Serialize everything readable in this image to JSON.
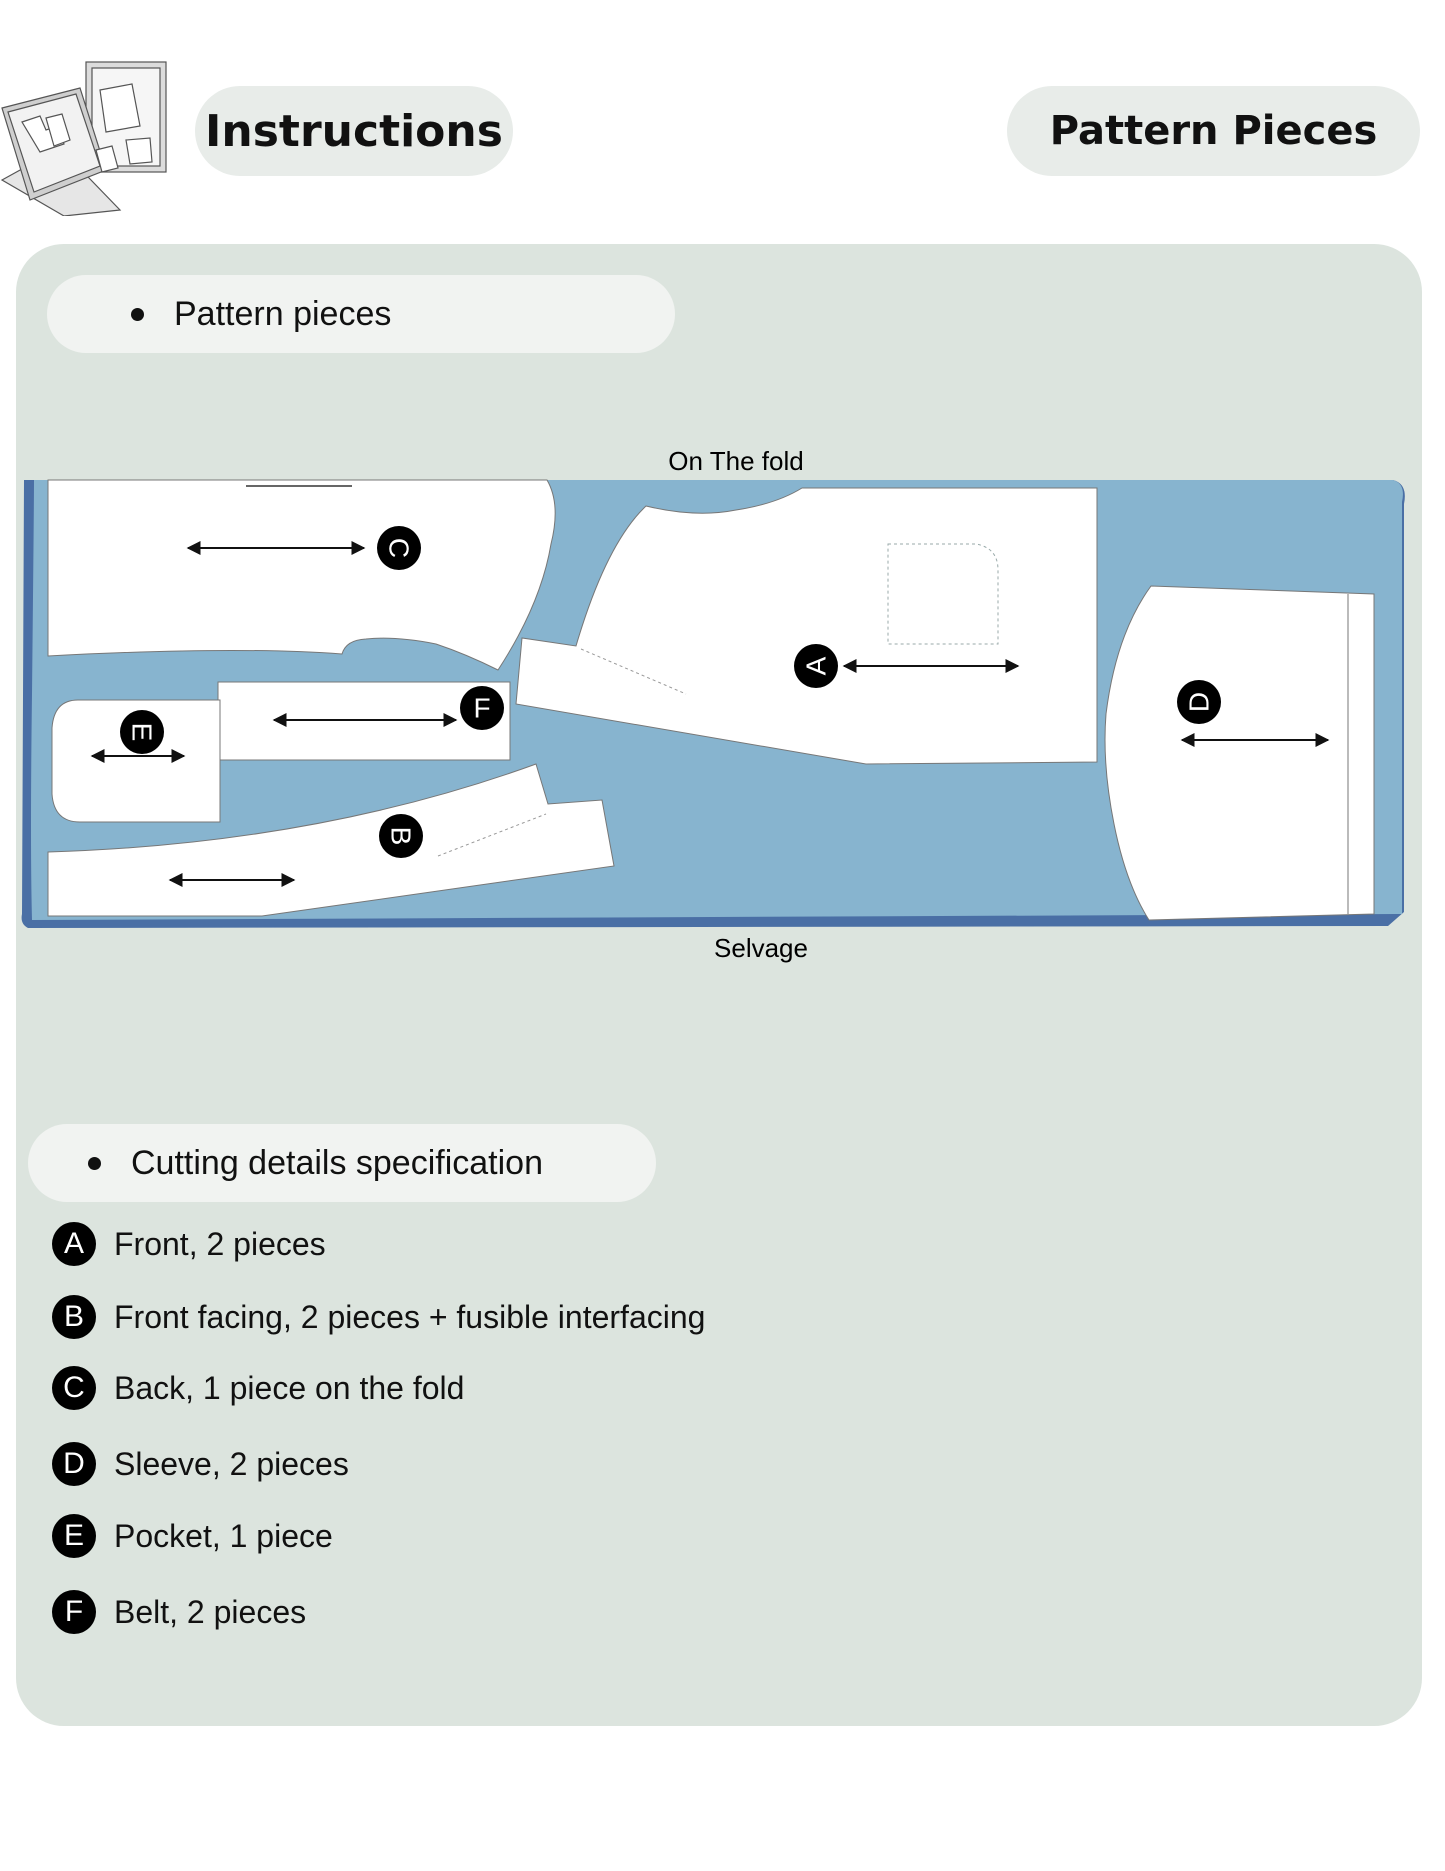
{
  "header": {
    "instructions_tab": "Instructions",
    "pattern_tab": "Pattern Pieces"
  },
  "sections": {
    "pattern_pieces": "Pattern pieces",
    "cutting_details": "Cutting details specification"
  },
  "layout": {
    "fold_label": "On The  fold",
    "selvage_label": "Selvage",
    "piece_letters": {
      "a": "A",
      "b": "B",
      "c": "C",
      "d": "D",
      "e": "E",
      "f": "F"
    }
  },
  "cutting_list": [
    {
      "letter": "A",
      "text": "Front, 2 pieces"
    },
    {
      "letter": "B",
      "text": "Front facing, 2 pieces + fusible interfacing"
    },
    {
      "letter": "C",
      "text": "Back, 1 piece on the fold"
    },
    {
      "letter": "D",
      "text": "Sleeve, 2 pieces"
    },
    {
      "letter": "E",
      "text": "Pocket, 1 piece"
    },
    {
      "letter": "F",
      "text": "Belt, 2 pieces"
    }
  ],
  "colors": {
    "fabric": "#87b4cf",
    "fabric_edge": "#4a6fa5",
    "panel": "#dce4de",
    "pill": "#e8ece9"
  }
}
